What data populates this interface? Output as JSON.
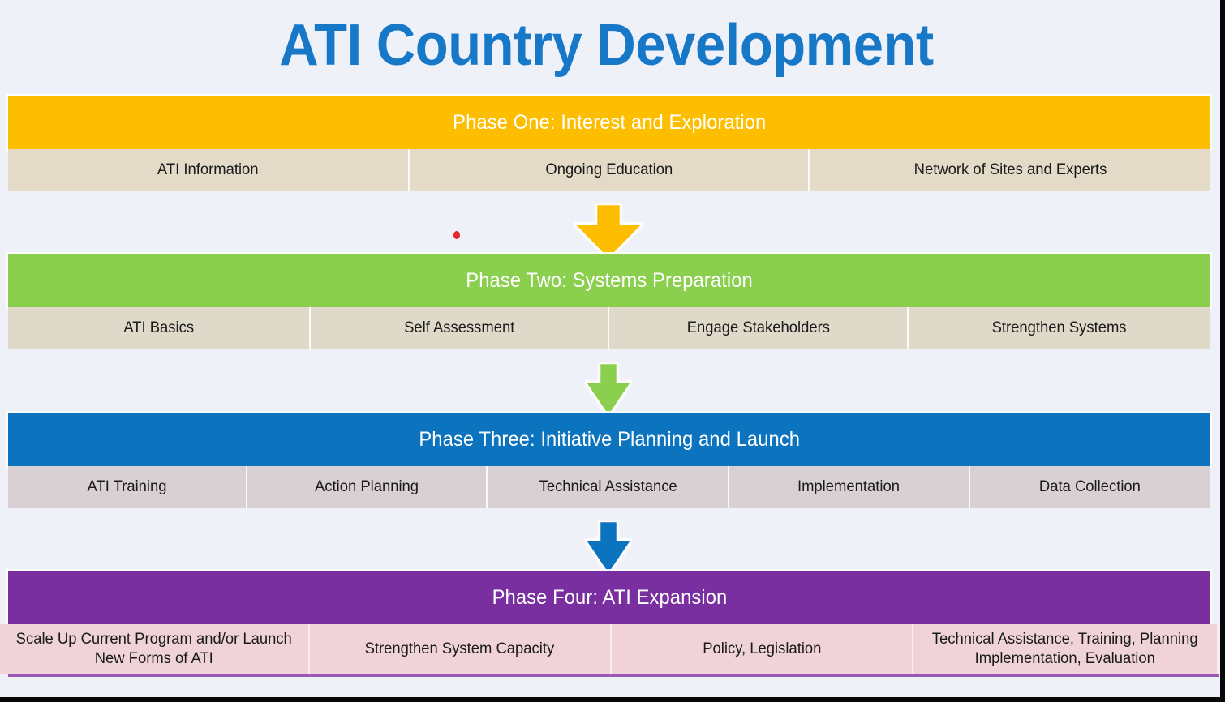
{
  "title": "ATI Country Development",
  "colors": {
    "background": "#eef1f8",
    "title_blue": "#1878c8",
    "phase_one": "#fdbe00",
    "phase_two": "#8bcf4f",
    "phase_three": "#0c73bf",
    "phase_four": "#7a2fa0",
    "cell_one": "#e3dac8",
    "cell_two": "#dfd9ca",
    "cell_three": "#d9d0d3",
    "cell_four": "#efd3d9",
    "marker_red": "#e8252a"
  },
  "phases": [
    {
      "id": "phase-one",
      "band_label": "Phase One: Interest and Exploration",
      "band_color": "#fdbe00",
      "cells": [
        {
          "label": "ATI Information",
          "width_pct": 33.4
        },
        {
          "label": "Ongoing Education",
          "width_pct": 33.3
        },
        {
          "label": "Network of Sites and Experts",
          "width_pct": 33.3
        }
      ]
    },
    {
      "id": "phase-two",
      "band_label": "Phase Two: Systems Preparation",
      "band_color": "#8bcf4f",
      "cells": [
        {
          "label": "ATI Basics",
          "width_pct": 25.2
        },
        {
          "label": "Self Assessment",
          "width_pct": 24.8
        },
        {
          "label": "Engage Stakeholders",
          "width_pct": 24.9
        },
        {
          "label": "Strengthen Systems",
          "width_pct": 25.1
        }
      ]
    },
    {
      "id": "phase-three",
      "band_label": "Phase Three: Initiative Planning and Launch",
      "band_color": "#0c73bf",
      "cells": [
        {
          "label": "ATI Training",
          "width_pct": 19.9
        },
        {
          "label": "Action Planning",
          "width_pct": 20.0
        },
        {
          "label": "Technical Assistance",
          "width_pct": 20.1
        },
        {
          "label": "Implementation",
          "width_pct": 20.0
        },
        {
          "label": "Data Collection",
          "width_pct": 20.0
        }
      ]
    },
    {
      "id": "phase-four",
      "band_label": "Phase Four: ATI Expansion",
      "band_color": "#7a2fa0",
      "cells": [
        {
          "label": "Scale Up Current Program and/or Launch New Forms of ATI",
          "width_pct": 25.4
        },
        {
          "label": "Strengthen System Capacity",
          "width_pct": 24.8
        },
        {
          "label": "Policy, Legislation",
          "width_pct": 24.8
        },
        {
          "label": "Technical Assistance, Training, Planning Implementation, Evaluation",
          "width_pct": 25.0
        }
      ]
    }
  ],
  "arrows": [
    {
      "name": "arrow-phase-one-to-two",
      "color": "#fdbe00"
    },
    {
      "name": "arrow-phase-two-to-three",
      "color": "#8bcf4f"
    },
    {
      "name": "arrow-phase-three-to-four",
      "color": "#0c73bf"
    }
  ],
  "marker": {
    "name": "red-dot-marker",
    "color": "#e8252a"
  }
}
